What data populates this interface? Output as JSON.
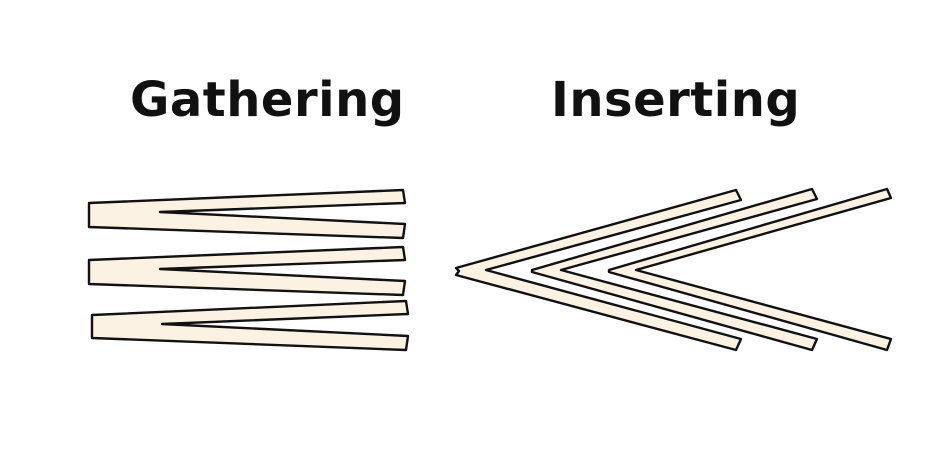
{
  "labels": {
    "gathering": "Gathering",
    "inserting": "Inserting"
  },
  "colors": {
    "paper_fill": "#fcf2e3",
    "outline": "#111111",
    "text": "#111111",
    "background": "#ffffff"
  },
  "gathering": {
    "signature_count": 3,
    "arrangement": "stacked"
  },
  "inserting": {
    "signature_count": 3,
    "arrangement": "nested"
  }
}
